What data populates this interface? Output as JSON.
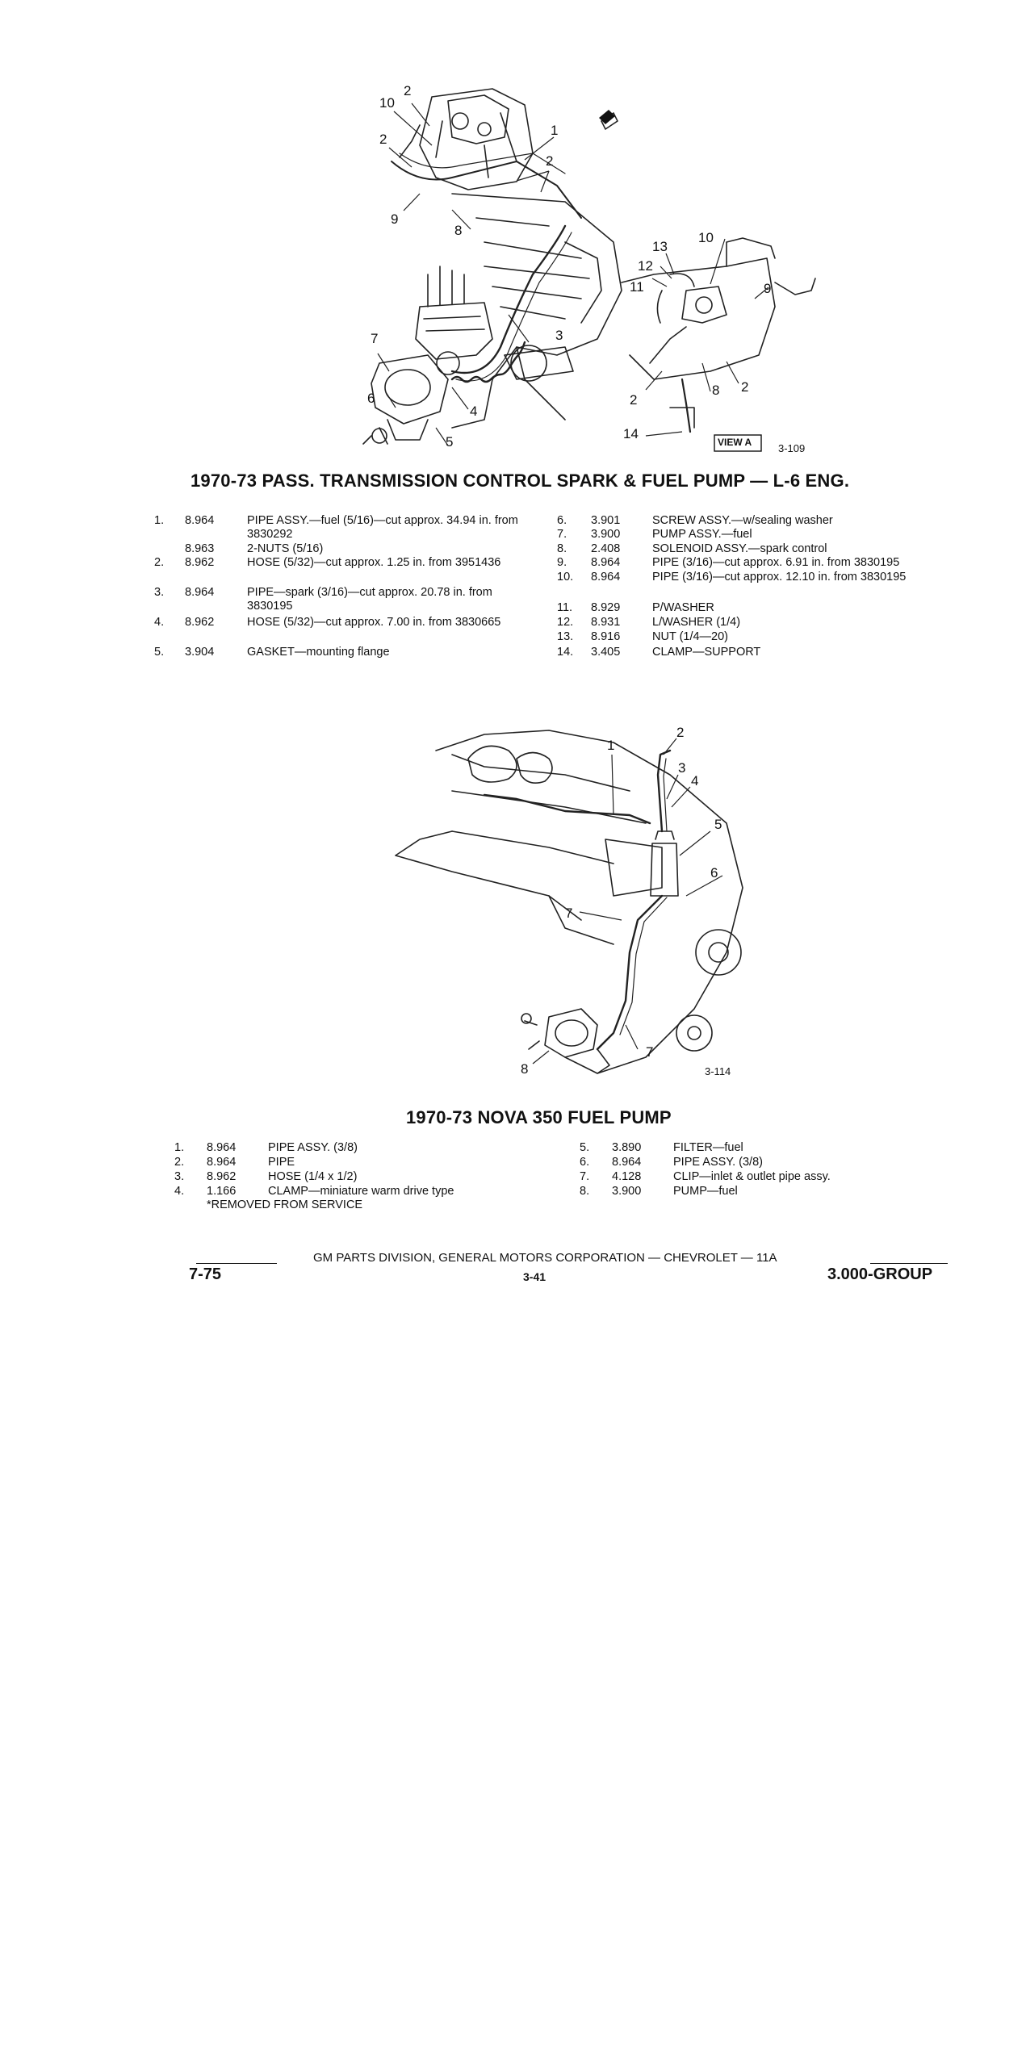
{
  "diagram1": {
    "title": "1970-73 PASS. TRANSMISSION CONTROL SPARK & FUEL PUMP — L-6 ENG.",
    "figure_no": "3-109",
    "view_label": "VIEW A",
    "callouts": [
      "1",
      "2",
      "2",
      "2",
      "3",
      "4",
      "5",
      "6",
      "7",
      "8",
      "9",
      "10",
      "2",
      "2",
      "8",
      "9",
      "10",
      "11",
      "12",
      "13",
      "14"
    ],
    "left_items": [
      {
        "n": "1.",
        "code": "8.964",
        "desc": "PIPE ASSY.—fuel (5/16)—cut approx. 34.94 in. from 3830292"
      },
      {
        "n": "",
        "code": "8.963",
        "desc": "2-NUTS (5/16)"
      },
      {
        "n": "2.",
        "code": "8.962",
        "desc": "HOSE (5/32)—cut approx. 1.25 in. from 3951436"
      },
      {
        "n": "3.",
        "code": "8.964",
        "desc": "PIPE—spark (3/16)—cut approx. 20.78 in. from 3830195"
      },
      {
        "n": "4.",
        "code": "8.962",
        "desc": "HOSE (5/32)—cut approx. 7.00 in. from 3830665"
      },
      {
        "n": "5.",
        "code": "3.904",
        "desc": "GASKET—mounting flange"
      }
    ],
    "right_items": [
      {
        "n": "6.",
        "code": "3.901",
        "desc": "SCREW ASSY.—w/sealing washer"
      },
      {
        "n": "7.",
        "code": "3.900",
        "desc": "PUMP ASSY.—fuel"
      },
      {
        "n": "8.",
        "code": "2.408",
        "desc": "SOLENOID ASSY.—spark control"
      },
      {
        "n": "9.",
        "code": "8.964",
        "desc": "PIPE (3/16)—cut approx. 6.91 in. from 3830195"
      },
      {
        "n": "10.",
        "code": "8.964",
        "desc": "PIPE (3/16)—cut approx. 12.10 in. from 3830195"
      },
      {
        "n": "11.",
        "code": "8.929",
        "desc": "P/WASHER"
      },
      {
        "n": "12.",
        "code": "8.931",
        "desc": "L/WASHER (1/4)"
      },
      {
        "n": "13.",
        "code": "8.916",
        "desc": "NUT (1/4—20)"
      },
      {
        "n": "14.",
        "code": "3.405",
        "desc": "CLAMP—SUPPORT"
      }
    ]
  },
  "diagram2": {
    "title": "1970-73 NOVA 350 FUEL PUMP",
    "figure_no": "3-114",
    "callouts": [
      "1",
      "2",
      "3",
      "4",
      "5",
      "6",
      "7",
      "7",
      "8"
    ],
    "left_items": [
      {
        "n": "1.",
        "code": "8.964",
        "desc": "PIPE ASSY. (3/8)"
      },
      {
        "n": "2.",
        "code": "8.964",
        "desc": "PIPE"
      },
      {
        "n": "3.",
        "code": "8.962",
        "desc": "HOSE (1/4 x 1/2)"
      },
      {
        "n": "4.",
        "code": "1.166",
        "desc": "CLAMP—miniature warm drive type"
      }
    ],
    "note": "*REMOVED FROM SERVICE",
    "right_items": [
      {
        "n": "5.",
        "code": "3.890",
        "desc": "FILTER—fuel"
      },
      {
        "n": "6.",
        "code": "8.964",
        "desc": "PIPE ASSY. (3/8)"
      },
      {
        "n": "7.",
        "code": "4.128",
        "desc": "CLIP—inlet & outlet pipe assy."
      },
      {
        "n": "8.",
        "code": "3.900",
        "desc": "PUMP—fuel"
      }
    ]
  },
  "footer": {
    "line": "GM PARTS DIVISION, GENERAL MOTORS CORPORATION — CHEVROLET — 11A",
    "date": "7-75",
    "page": "3-41",
    "group": "3.000-GROUP"
  }
}
